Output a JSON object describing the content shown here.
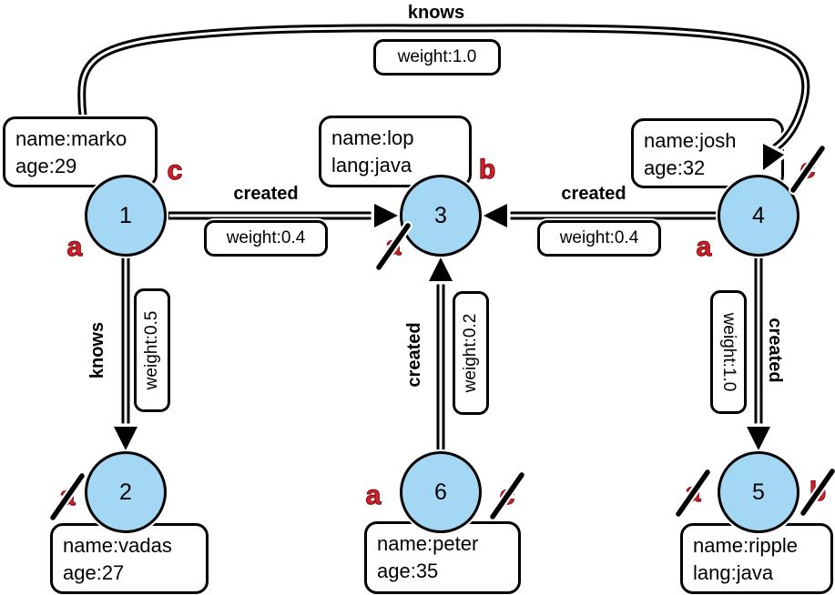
{
  "graph": {
    "nodes": [
      {
        "id": "1",
        "props": [
          "name:marko",
          "age:29"
        ]
      },
      {
        "id": "2",
        "props": [
          "name:vadas",
          "age:27"
        ]
      },
      {
        "id": "3",
        "props": [
          "name:lop",
          "lang:java"
        ]
      },
      {
        "id": "4",
        "props": [
          "name:josh",
          "age:32"
        ]
      },
      {
        "id": "5",
        "props": [
          "name:ripple",
          "lang:java"
        ]
      },
      {
        "id": "6",
        "props": [
          "name:peter",
          "age:35"
        ]
      }
    ],
    "edges": [
      {
        "from": "1",
        "to": "4",
        "label": "knows",
        "weight": "weight:1.0"
      },
      {
        "from": "1",
        "to": "3",
        "label": "created",
        "weight": "weight:0.4"
      },
      {
        "from": "4",
        "to": "3",
        "label": "created",
        "weight": "weight:0.4"
      },
      {
        "from": "1",
        "to": "2",
        "label": "knows",
        "weight": "weight:0.5"
      },
      {
        "from": "6",
        "to": "3",
        "label": "created",
        "weight": "weight:0.2"
      },
      {
        "from": "4",
        "to": "5",
        "label": "created",
        "weight": "weight:1.0"
      }
    ],
    "markers": [
      {
        "node": "1",
        "letter": "c",
        "struck": false
      },
      {
        "node": "1",
        "letter": "a",
        "struck": false
      },
      {
        "node": "3",
        "letter": "b",
        "struck": false
      },
      {
        "node": "3",
        "letter": "a",
        "struck": true
      },
      {
        "node": "4",
        "letter": "c",
        "struck": true
      },
      {
        "node": "4",
        "letter": "a",
        "struck": false
      },
      {
        "node": "2",
        "letter": "a",
        "struck": true
      },
      {
        "node": "6",
        "letter": "a",
        "struck": false
      },
      {
        "node": "6",
        "letter": "c",
        "struck": true
      },
      {
        "node": "5",
        "letter": "a",
        "struck": true
      },
      {
        "node": "5",
        "letter": "b",
        "struck": true
      }
    ],
    "colors": {
      "node_fill": "#a4d7f4",
      "marker_red": "#d1222d",
      "edge": "#000000"
    }
  }
}
